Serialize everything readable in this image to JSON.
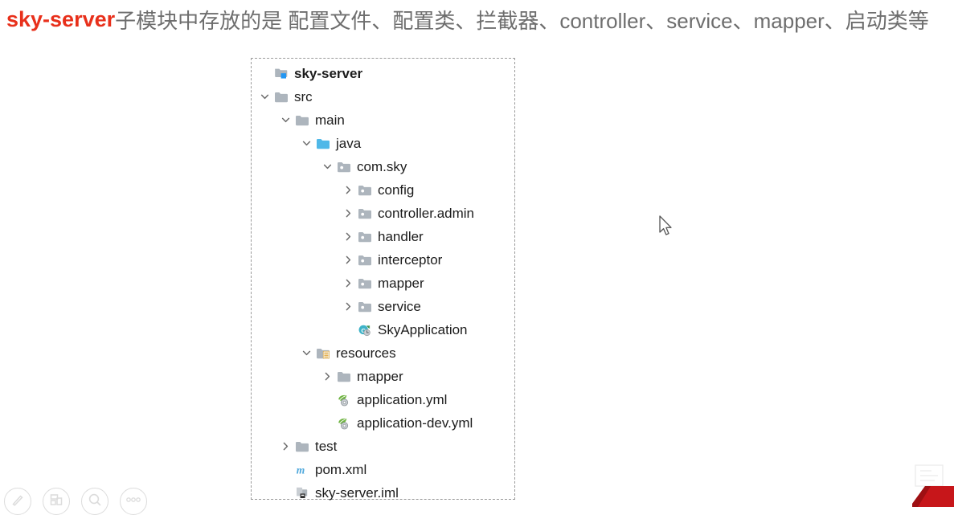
{
  "title": {
    "highlight": "sky-server",
    "rest": " 子模块中存放的是 配置文件、配置类、拦截器、controller、service、mapper、启动类等",
    "highlight_color": "#e8301b",
    "rest_color": "#6e6e6e"
  },
  "tree": {
    "rows": [
      {
        "label": "sky-server",
        "depth": 0,
        "twisty": "none",
        "icon": "module-icon",
        "bold": true
      },
      {
        "label": "src",
        "depth": 0,
        "twisty": "expanded",
        "icon": "folder-icon",
        "bold": false
      },
      {
        "label": "main",
        "depth": 1,
        "twisty": "expanded",
        "icon": "folder-icon",
        "bold": false
      },
      {
        "label": "java",
        "depth": 2,
        "twisty": "expanded",
        "icon": "source-folder-icon",
        "bold": false
      },
      {
        "label": "com.sky",
        "depth": 3,
        "twisty": "expanded",
        "icon": "package-icon",
        "bold": false
      },
      {
        "label": "config",
        "depth": 4,
        "twisty": "collapsed",
        "icon": "package-icon",
        "bold": false
      },
      {
        "label": "controller.admin",
        "depth": 4,
        "twisty": "collapsed",
        "icon": "package-icon",
        "bold": false
      },
      {
        "label": "handler",
        "depth": 4,
        "twisty": "collapsed",
        "icon": "package-icon",
        "bold": false
      },
      {
        "label": "interceptor",
        "depth": 4,
        "twisty": "collapsed",
        "icon": "package-icon",
        "bold": false
      },
      {
        "label": "mapper",
        "depth": 4,
        "twisty": "collapsed",
        "icon": "package-icon",
        "bold": false
      },
      {
        "label": "service",
        "depth": 4,
        "twisty": "collapsed",
        "icon": "package-icon",
        "bold": false
      },
      {
        "label": "SkyApplication",
        "depth": 4,
        "twisty": "none",
        "icon": "spring-class-icon",
        "bold": false
      },
      {
        "label": "resources",
        "depth": 2,
        "twisty": "expanded",
        "icon": "resources-folder-icon",
        "bold": false
      },
      {
        "label": "mapper",
        "depth": 3,
        "twisty": "collapsed",
        "icon": "folder-icon",
        "bold": false
      },
      {
        "label": "application.yml",
        "depth": 3,
        "twisty": "none",
        "icon": "yaml-spring-icon",
        "bold": false
      },
      {
        "label": "application-dev.yml",
        "depth": 3,
        "twisty": "none",
        "icon": "yaml-spring-icon",
        "bold": false
      },
      {
        "label": "test",
        "depth": 1,
        "twisty": "collapsed",
        "icon": "folder-icon",
        "bold": false
      },
      {
        "label": "pom.xml",
        "depth": 1,
        "twisty": "none",
        "icon": "maven-icon",
        "bold": false
      },
      {
        "label": "sky-server.iml",
        "depth": 1,
        "twisty": "none",
        "icon": "iml-module-icon",
        "bold": false
      }
    ]
  },
  "toolbar": {
    "buttons": [
      {
        "name": "pen-icon",
        "label": ""
      },
      {
        "name": "layout-icon",
        "label": ""
      },
      {
        "name": "magnifier-icon",
        "label": ""
      },
      {
        "name": "more-icon",
        "label": ""
      }
    ]
  },
  "colors": {
    "folder_gray": "#adb5bd",
    "folder_blue": "#4fb8e8",
    "accent_blue": "#2196f3",
    "spring_green": "#6db33f",
    "maven_blue": "#4fa8dc",
    "watermark_red": "#c7161a",
    "panel_border": "#9a9a9a"
  }
}
